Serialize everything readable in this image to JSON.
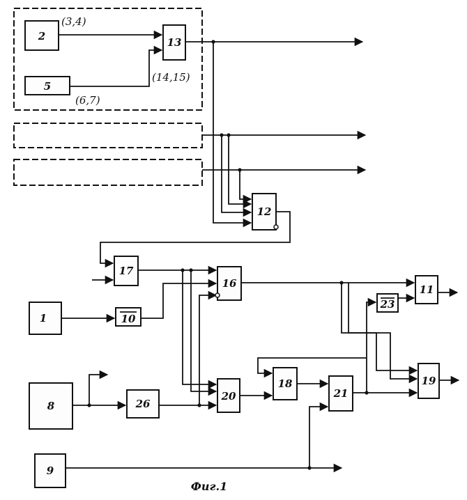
{
  "diagram": {
    "caption": "Фиг.1",
    "blocks": {
      "b1": "1",
      "b2": "2",
      "b5": "5",
      "b8": "8",
      "b9": "9",
      "b10": "10",
      "b11": "11",
      "b12": "12",
      "b13": "13",
      "b16": "16",
      "b17": "17",
      "b18": "18",
      "b19": "19",
      "b20": "20",
      "b21": "21",
      "b23": "23",
      "b26": "26"
    },
    "annotations": {
      "out_2": "(3,4)",
      "out_5": "(6,7)",
      "in_13": "(14,15)"
    }
  }
}
